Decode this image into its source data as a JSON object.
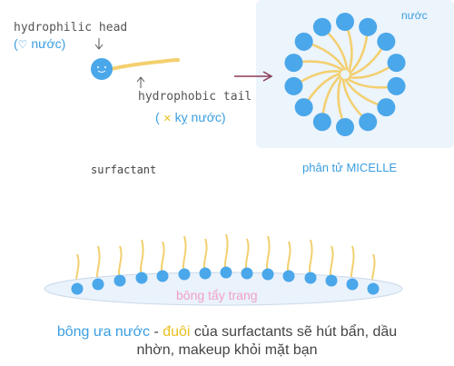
{
  "labels": {
    "hydrophilic_head": "hydrophilic head",
    "hydrophilic_note_symbol": "♡",
    "hydrophilic_note_text": "nước",
    "hydrophobic_tail": "hydrophobic tail",
    "hydrophobic_note_symbol": "✕",
    "hydrophobic_note_text": "kỵ nước",
    "surfactant": "surfactant",
    "water": "nước",
    "micelle": "phân tử MICELLE",
    "cotton_pad": "bông tẩy trang"
  },
  "caption": {
    "part1": "bông ưa nước",
    "sep": " - ",
    "part2": "đuôi",
    "part3": " của surfactants sẽ hút bẩn, dầu",
    "line2": "nhờn, makeup khỏi mặt bạn"
  },
  "colors": {
    "head_blue": "#4aa7ea",
    "tail_yellow": "#f3cf6e",
    "micelle_bg": "#ecf4fc",
    "arrow": "#8b3a5a",
    "pad_fill": "#eaf2fb",
    "pad_text": "#f0a0c8",
    "caption_blue": "#3a9ee0",
    "caption_yellow": "#e8c020"
  },
  "icons": {
    "head_face": "smiley-face-icon",
    "arrow": "right-arrow-icon"
  }
}
